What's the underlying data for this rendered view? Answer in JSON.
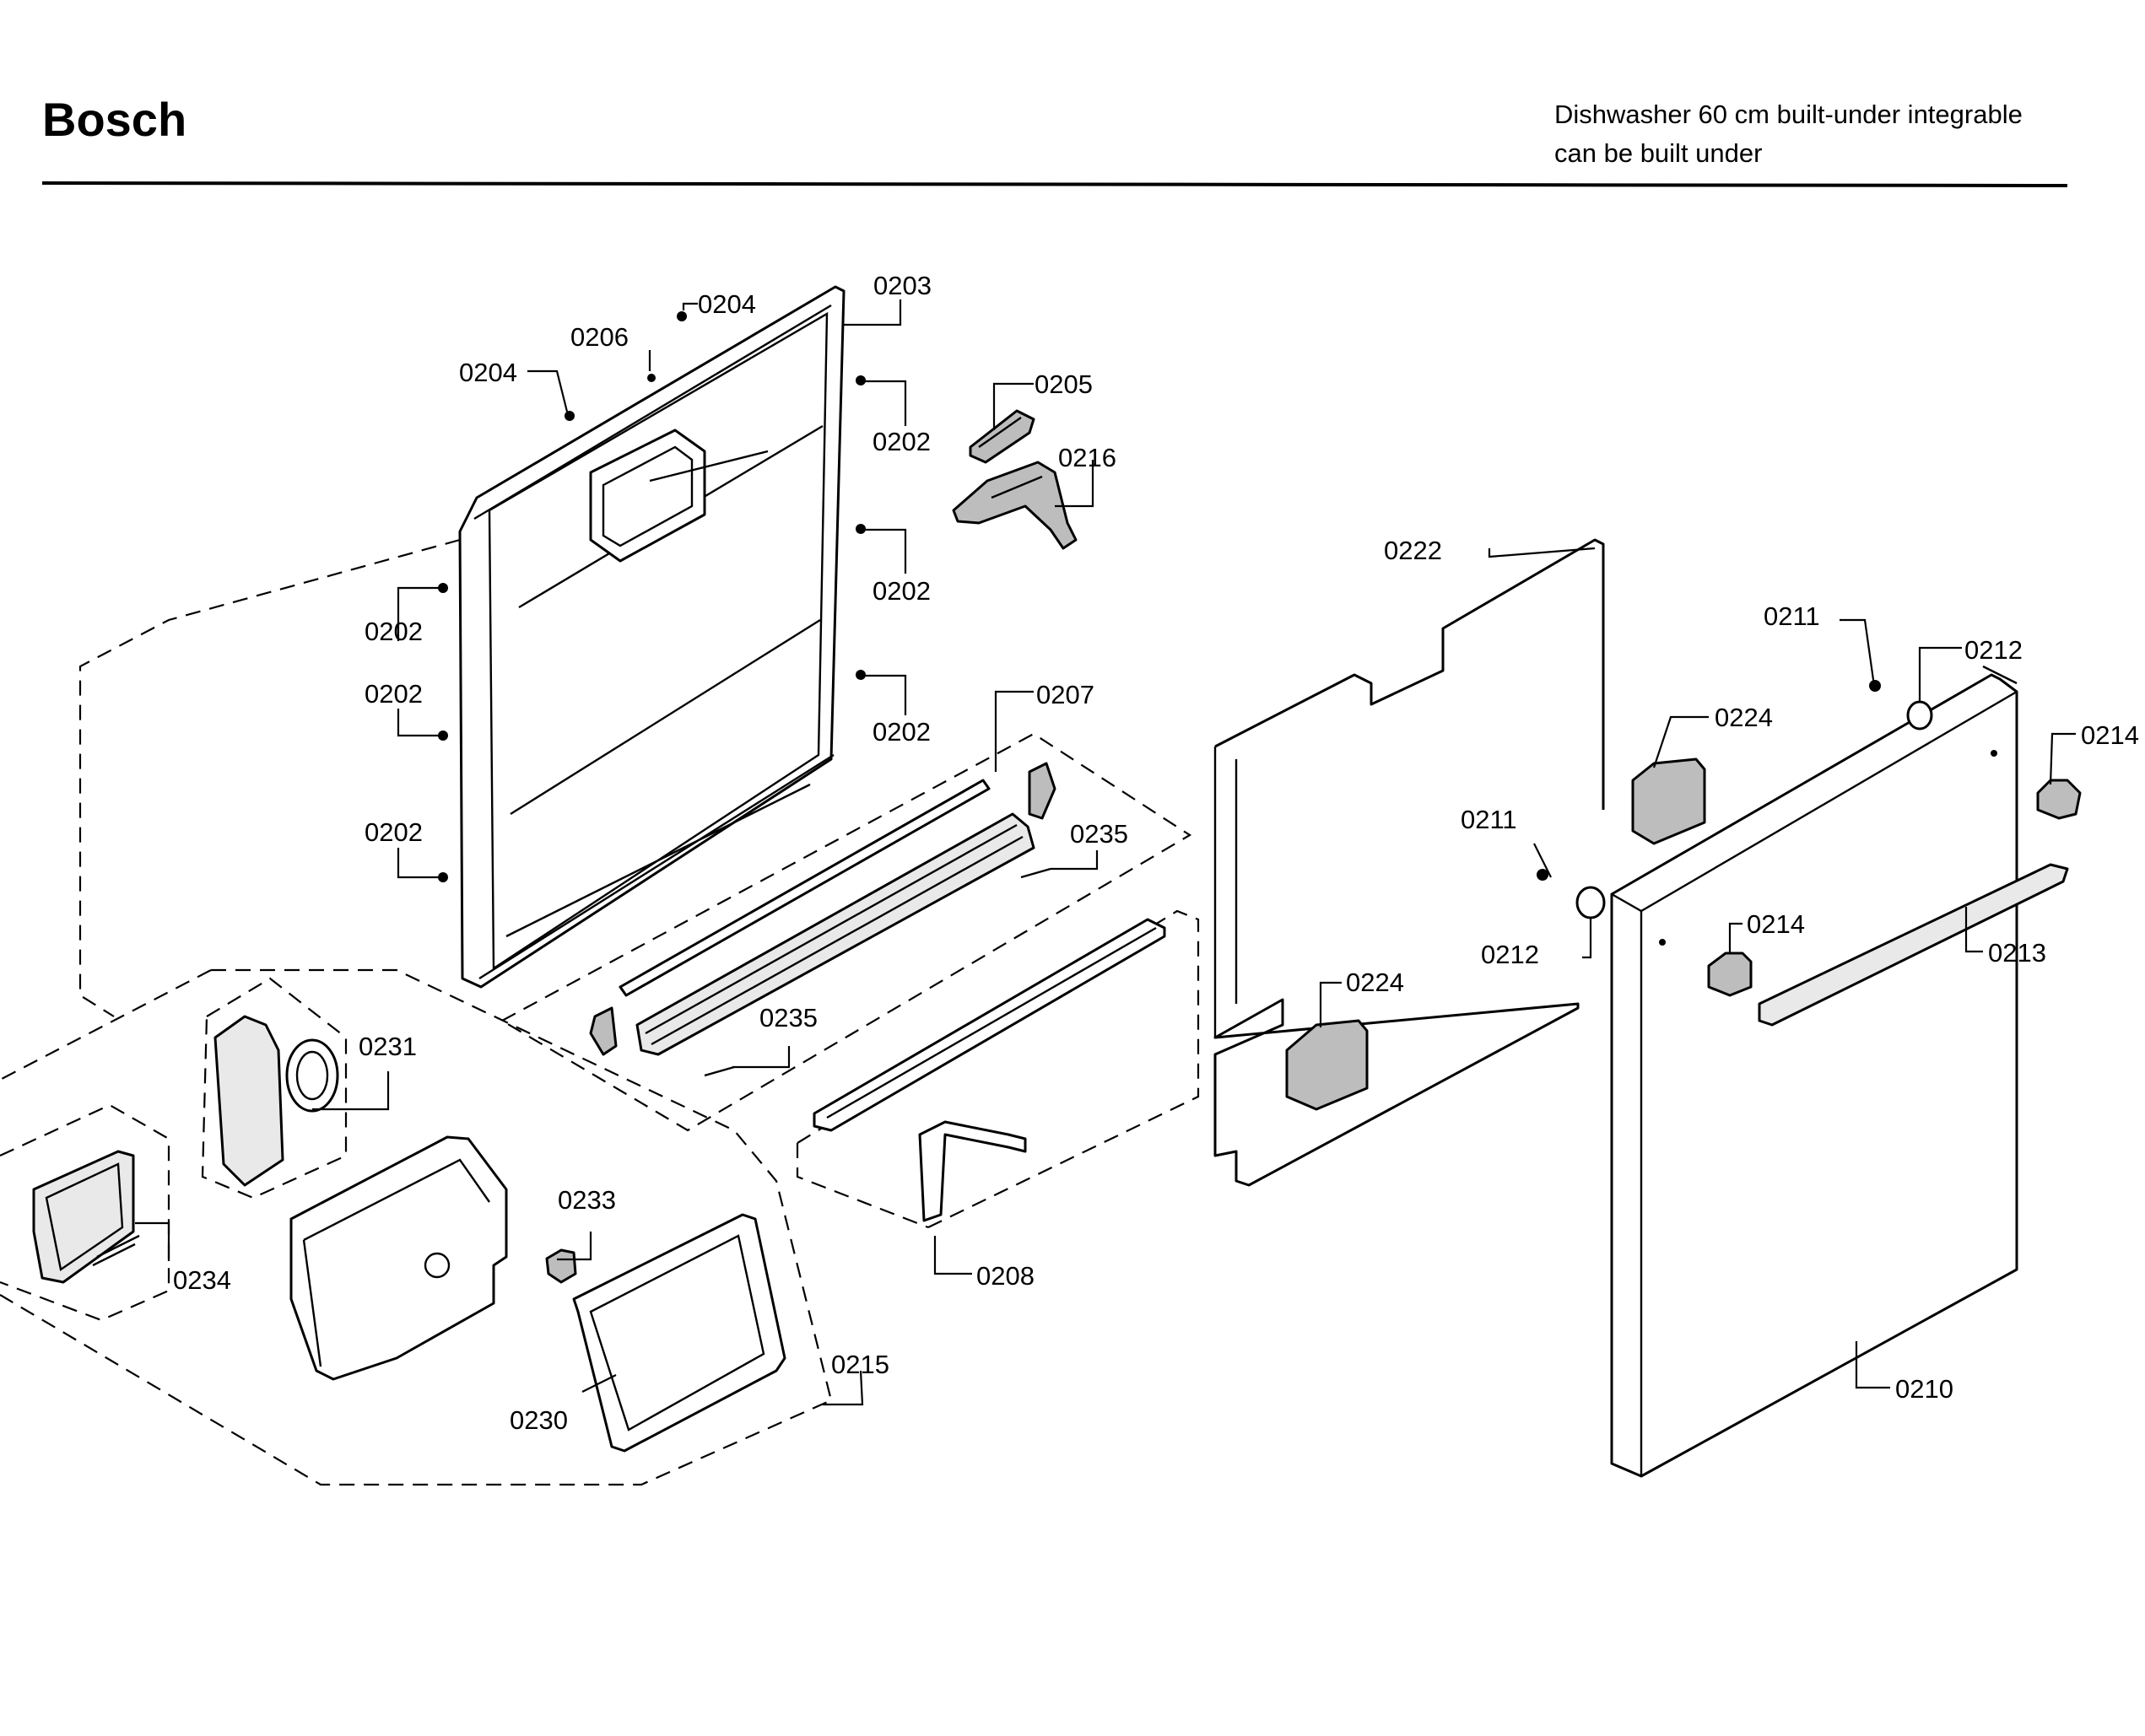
{
  "header": {
    "brand": "Bosch",
    "subtitle_line1": "Dishwasher 60 cm built-under integrable",
    "subtitle_line2": "can be built under"
  },
  "callouts": {
    "c0202a": "0202",
    "c0202b": "0202",
    "c0202c": "0202",
    "c0202d": "0202",
    "c0202e": "0202",
    "c0202f": "0202",
    "c0203": "0203",
    "c0204a": "0204",
    "c0204b": "0204",
    "c0205": "0205",
    "c0206": "0206",
    "c0207": "0207",
    "c0208": "0208",
    "c0210": "0210",
    "c0211a": "0211",
    "c0211b": "0211",
    "c0212a": "0212",
    "c0212b": "0212",
    "c0213": "0213",
    "c0214a": "0214",
    "c0214b": "0214",
    "c0215": "0215",
    "c0216": "0216",
    "c0222": "0222",
    "c0224a": "0224",
    "c0224b": "0224",
    "c0230": "0230",
    "c0231": "0231",
    "c0233": "0233",
    "c0234": "0234",
    "c0235a": "0235",
    "c0235b": "0235"
  }
}
